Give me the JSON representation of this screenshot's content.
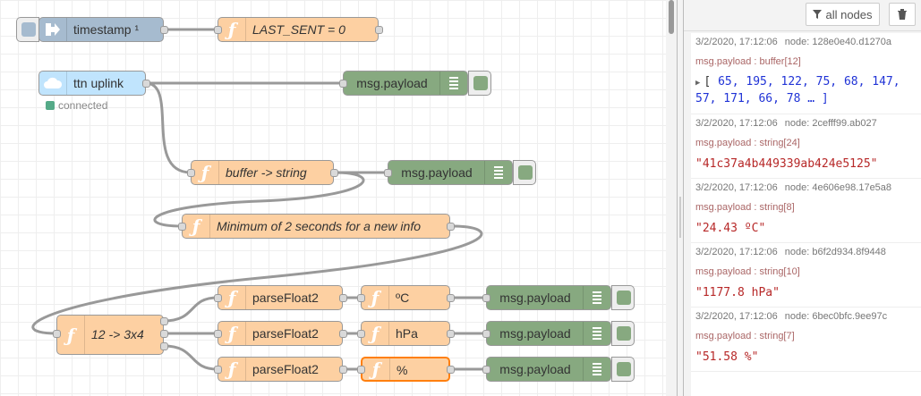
{
  "flow": {
    "inject_label": "timestamp ¹",
    "last_sent_label": "LAST_SENT = 0",
    "ttn_label": "ttn uplink",
    "ttn_status": "connected",
    "debug_label": "msg.payload",
    "buffer_label": "buffer -> string",
    "minimum_label": "Minimum of 2 seconds for a new info",
    "split_label": "12 -> 3x4",
    "parse_label": "parseFloat2",
    "celsius_label": "ºC",
    "hpa_label": "hPa",
    "percent_label": "%"
  },
  "sidebar": {
    "filter_label": "all nodes",
    "messages": [
      {
        "timestamp": "3/2/2020, 17:12:06",
        "node": "node: 128e0e40.d1270a",
        "topic": "msg.payload : buffer[12]",
        "value_line1": "65, 195, 122, 75, 68, 147,",
        "value_line2": "57, 171, 66, 78 … ]"
      },
      {
        "timestamp": "3/2/2020, 17:12:06",
        "node": "node: 2cefff99.ab027",
        "topic": "msg.payload : string[24]",
        "value": "\"41c37a4b449339ab424e5125\""
      },
      {
        "timestamp": "3/2/2020, 17:12:06",
        "node": "node: 4e606e98.17e5a8",
        "topic": "msg.payload : string[8]",
        "value": "\"24.43 ºC\""
      },
      {
        "timestamp": "3/2/2020, 17:12:06",
        "node": "node: b6f2d934.8f9448",
        "topic": "msg.payload : string[10]",
        "value": "\"1177.8 hPa\""
      },
      {
        "timestamp": "3/2/2020, 17:12:06",
        "node": "node: 6bec0bfc.9ee97c",
        "topic": "msg.payload : string[7]",
        "value": "\"51.58 %\""
      }
    ]
  },
  "colors": {
    "function": "#fdd0a2",
    "debug": "#87a980",
    "inject": "#a6bbcf",
    "ttn": "#c0e4fd",
    "selected": "#ff7f0e",
    "string_value": "#b72828",
    "array_value": "#2033d6"
  }
}
